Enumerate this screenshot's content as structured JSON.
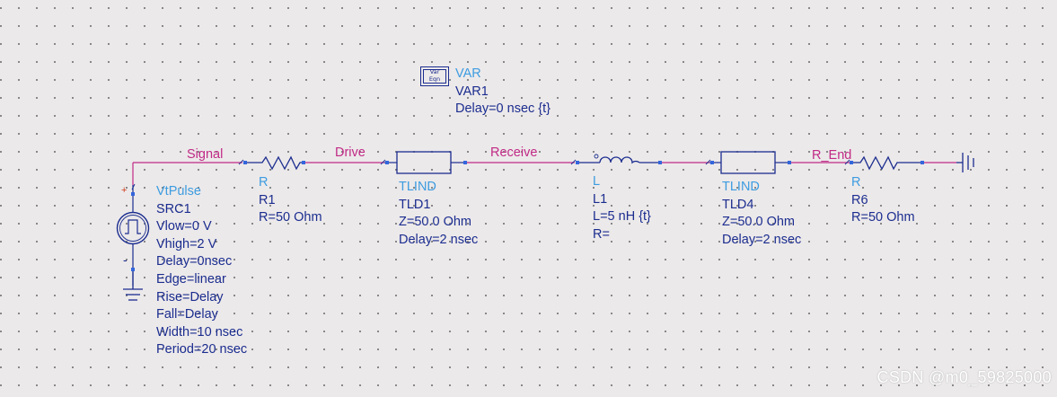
{
  "canvas_colors": {
    "background": "#ece9ea",
    "grid_dot": "#6f6f6f",
    "wire": "#c02a86",
    "component": "#1b2d8f",
    "pin": "#3366dd",
    "type_label": "#3d9ce0",
    "param_label": "#1b2d8f",
    "net_label": "#c02a86"
  },
  "var_block": {
    "icon_line1": "Var",
    "icon_line2": "Eqn",
    "type": "VAR",
    "name": "VAR1",
    "param": "Delay=0 nsec {t}"
  },
  "nets": {
    "signal": "Signal",
    "drive": "Drive",
    "receive": "Receive",
    "r_end": "R_End"
  },
  "src1": {
    "type": "VtPulse",
    "name": "SRC1",
    "plus": "+",
    "minus": "-",
    "params": [
      "Vlow=0 V",
      "Vhigh=2 V",
      "Delay=0nsec",
      "Edge=linear",
      "Rise=Delay",
      "Fall=Delay",
      "Width=10 nsec",
      "Period=20 nsec"
    ]
  },
  "r1": {
    "type": "R",
    "name": "R1",
    "params": [
      "R=50 Ohm"
    ]
  },
  "tld1": {
    "type": "TLIND",
    "name": "TLD1",
    "params": [
      "Z=50.0 Ohm",
      "Delay=2 nsec"
    ]
  },
  "l1": {
    "type": "L",
    "name": "L1",
    "params": [
      "L=5 nH {t}",
      "R="
    ]
  },
  "tld4": {
    "type": "TLIND",
    "name": "TLD4",
    "params": [
      "Z=50.0 Ohm",
      "Delay=2 nsec"
    ]
  },
  "r6": {
    "type": "R",
    "name": "R6",
    "params": [
      "R=50 Ohm"
    ]
  },
  "watermark": "CSDN @m0_59825000"
}
